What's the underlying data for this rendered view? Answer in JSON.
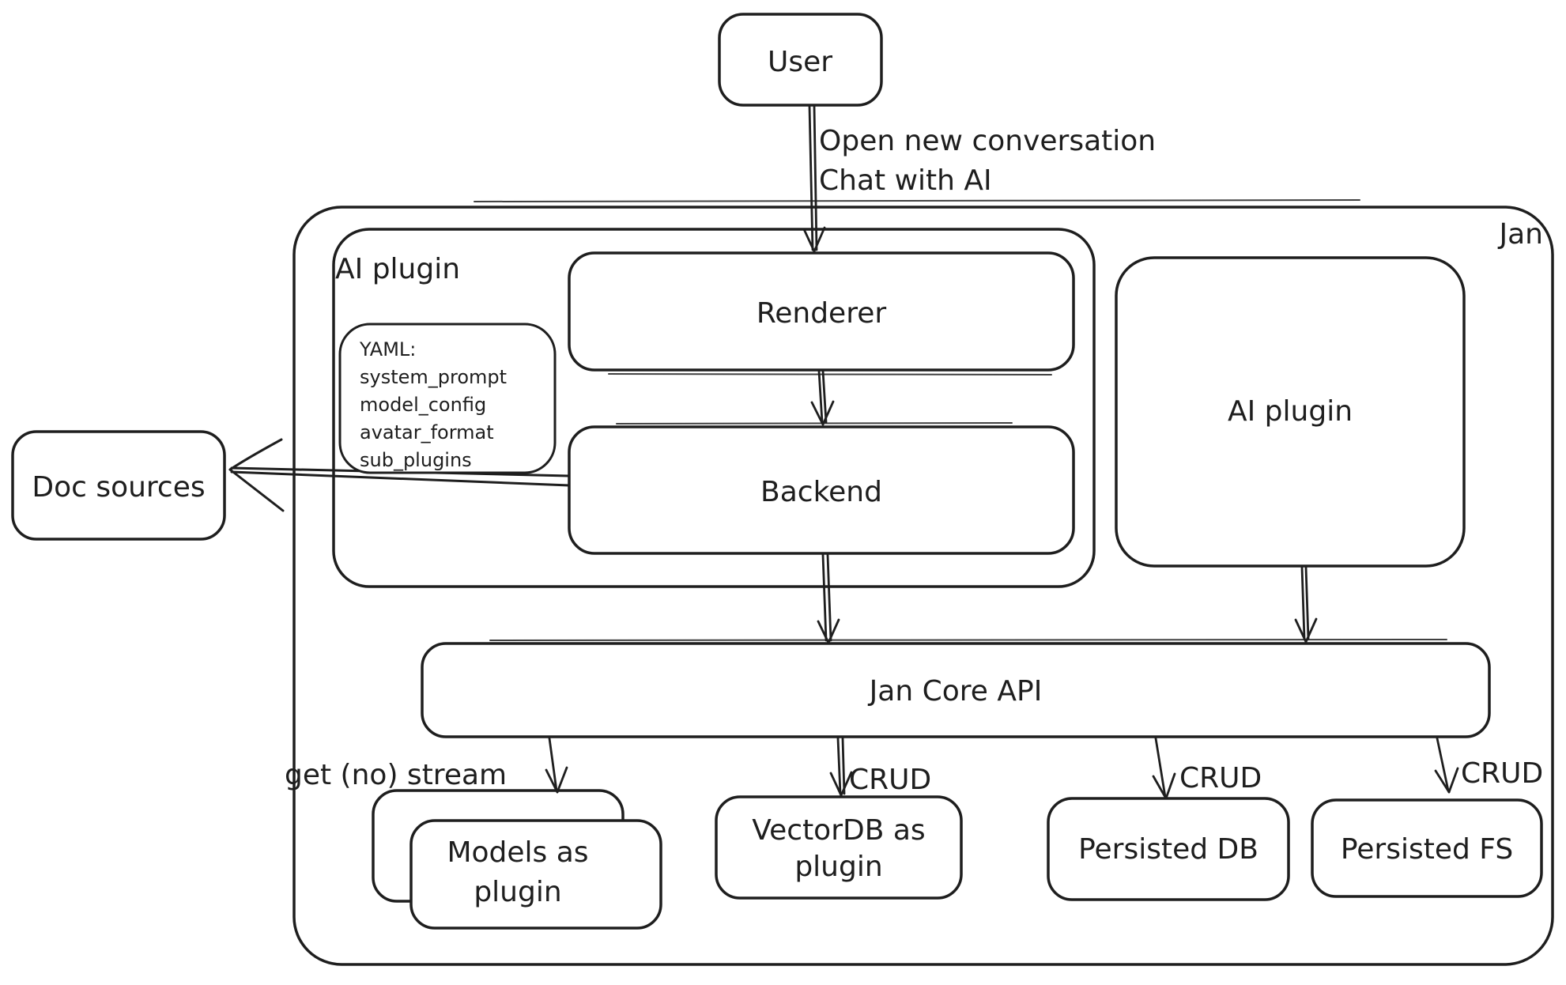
{
  "diagram": {
    "colors": {
      "stroke": "#1e1e1e",
      "background": "#ffffff"
    },
    "nodes": {
      "user": {
        "label": "User"
      },
      "jan_container": {
        "label": "Jan"
      },
      "ai_plugin_container": {
        "label": "AI plugin"
      },
      "yaml_note": {
        "lines": [
          "YAML:",
          "system_prompt",
          "model_config",
          "avatar_format",
          "sub_plugins"
        ]
      },
      "renderer": {
        "label": "Renderer"
      },
      "backend": {
        "label": "Backend"
      },
      "ai_plugin_right": {
        "label": "AI plugin"
      },
      "doc_sources": {
        "label": "Doc sources"
      },
      "jan_core_api": {
        "label": "Jan Core API"
      },
      "models_as_plugin": {
        "lines": [
          "Models as",
          "plugin"
        ]
      },
      "vectordb_as_plugin": {
        "lines": [
          "VectorDB as",
          "plugin"
        ]
      },
      "persisted_db": {
        "label": "Persisted DB"
      },
      "persisted_fs": {
        "label": "Persisted FS"
      }
    },
    "edges": {
      "user_to_renderer": {
        "lines": [
          "Open new conversation",
          "Chat with AI"
        ]
      },
      "api_to_models": {
        "label": "get (no) stream"
      },
      "api_to_vectordb": {
        "label": "CRUD"
      },
      "api_to_persisted_db": {
        "label": "CRUD"
      },
      "api_to_persisted_fs": {
        "label": "CRUD"
      }
    }
  }
}
